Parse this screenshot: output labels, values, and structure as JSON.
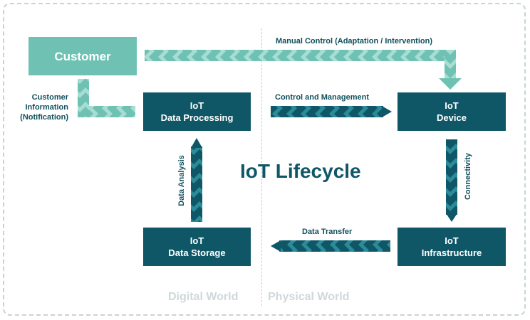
{
  "title": "IoT Lifecycle",
  "boxes": {
    "customer": "Customer",
    "data_processing": [
      "IoT",
      "Data Processing"
    ],
    "device": [
      "IoT",
      "Device"
    ],
    "data_storage": [
      "IoT",
      "Data Storage"
    ],
    "infrastructure": [
      "IoT",
      "Infrastructure"
    ]
  },
  "arrows": {
    "manual_control": "Manual Control (Adaptation / Intervention)",
    "control_management": "Control and Management",
    "customer_information": [
      "Customer",
      "Information",
      "(Notification)"
    ],
    "connectivity": "Connectivity",
    "data_transfer": "Data Transfer",
    "data_analysis": "Data Analysis"
  },
  "worlds": {
    "digital": "Digital World",
    "physical": "Physical World"
  },
  "colors": {
    "dark": "#0f5767",
    "dark_chevron": "#2b8b99",
    "light": "#6fc2b3",
    "light_chevron": "#a7ddd2"
  }
}
